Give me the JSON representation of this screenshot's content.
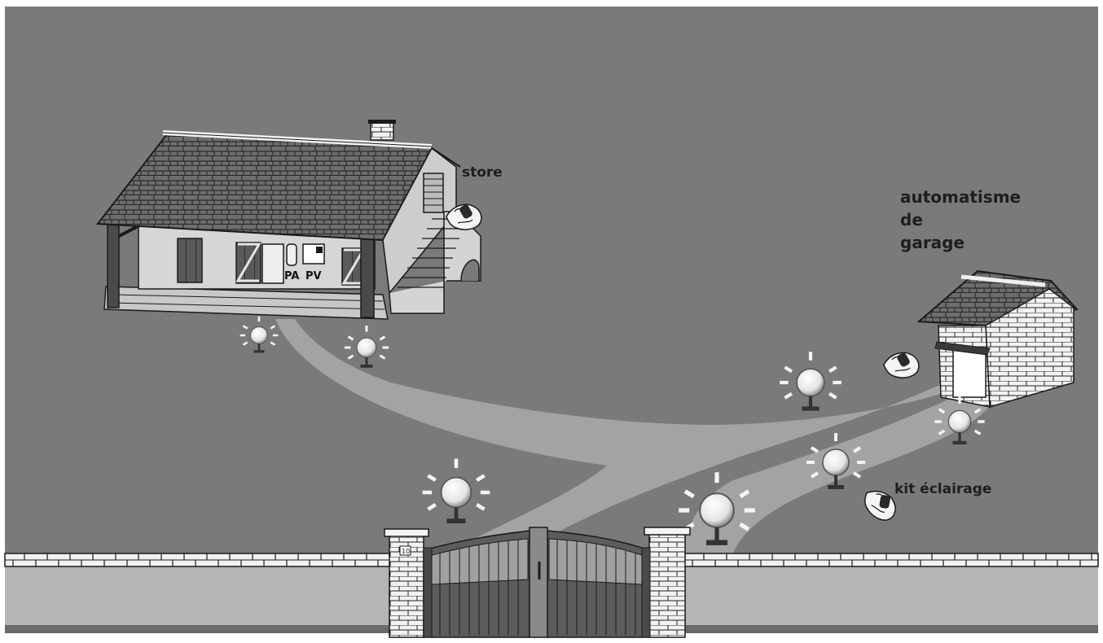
{
  "labels": {
    "store": "store",
    "garage_line1": "automatisme",
    "garage_line2": "de",
    "garage_line3": "garage",
    "kit": "kit éclairage",
    "pa": "PA",
    "pv": "PV",
    "house_number": "10"
  },
  "icons": {
    "lamp": "lamp-icon",
    "remote": "remote-control-icon",
    "intercom": "intercom-icon"
  },
  "colors": {
    "background": "#7a7a7a",
    "path": "#a3a3a3",
    "wall": "#cfcfcf",
    "outline": "#1a1a1a"
  }
}
